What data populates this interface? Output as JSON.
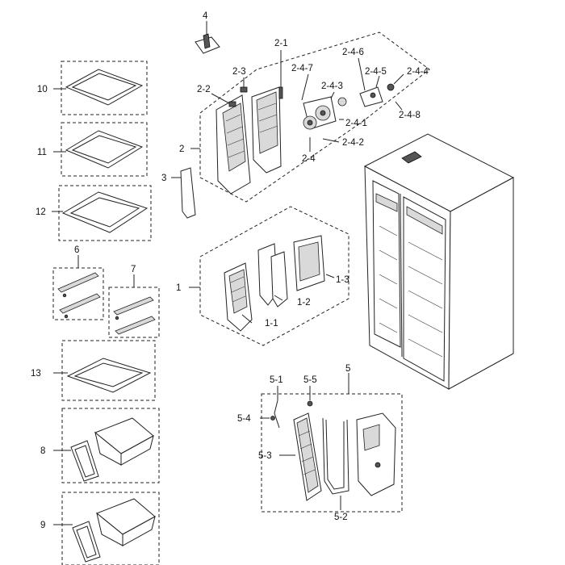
{
  "labels": {
    "l4": "4",
    "l2_1": "2-1",
    "l2_3": "2-3",
    "l2_2": "2-2",
    "l2": "2",
    "l3": "3",
    "l2_4_6": "2-4-6",
    "l2_4_7": "2-4-7",
    "l2_4_5": "2-4-5",
    "l2_4_4": "2-4-4",
    "l2_4_3": "2-4-3",
    "l2_4_8": "2-4-8",
    "l2_4_1": "2-4-1",
    "l2_4_2": "2-4-2",
    "l2_4": "2-4",
    "l10": "10",
    "l11": "11",
    "l12": "12",
    "l6": "6",
    "l7": "7",
    "l1": "1",
    "l1_1": "1-1",
    "l1_2": "1-2",
    "l1_3": "1-3",
    "l13": "13",
    "l8": "8",
    "l9": "9",
    "l5": "5",
    "l5_1": "5-1",
    "l5_5": "5-5",
    "l5_4": "5-4",
    "l5_3": "5-3",
    "l5_2": "5-2"
  }
}
